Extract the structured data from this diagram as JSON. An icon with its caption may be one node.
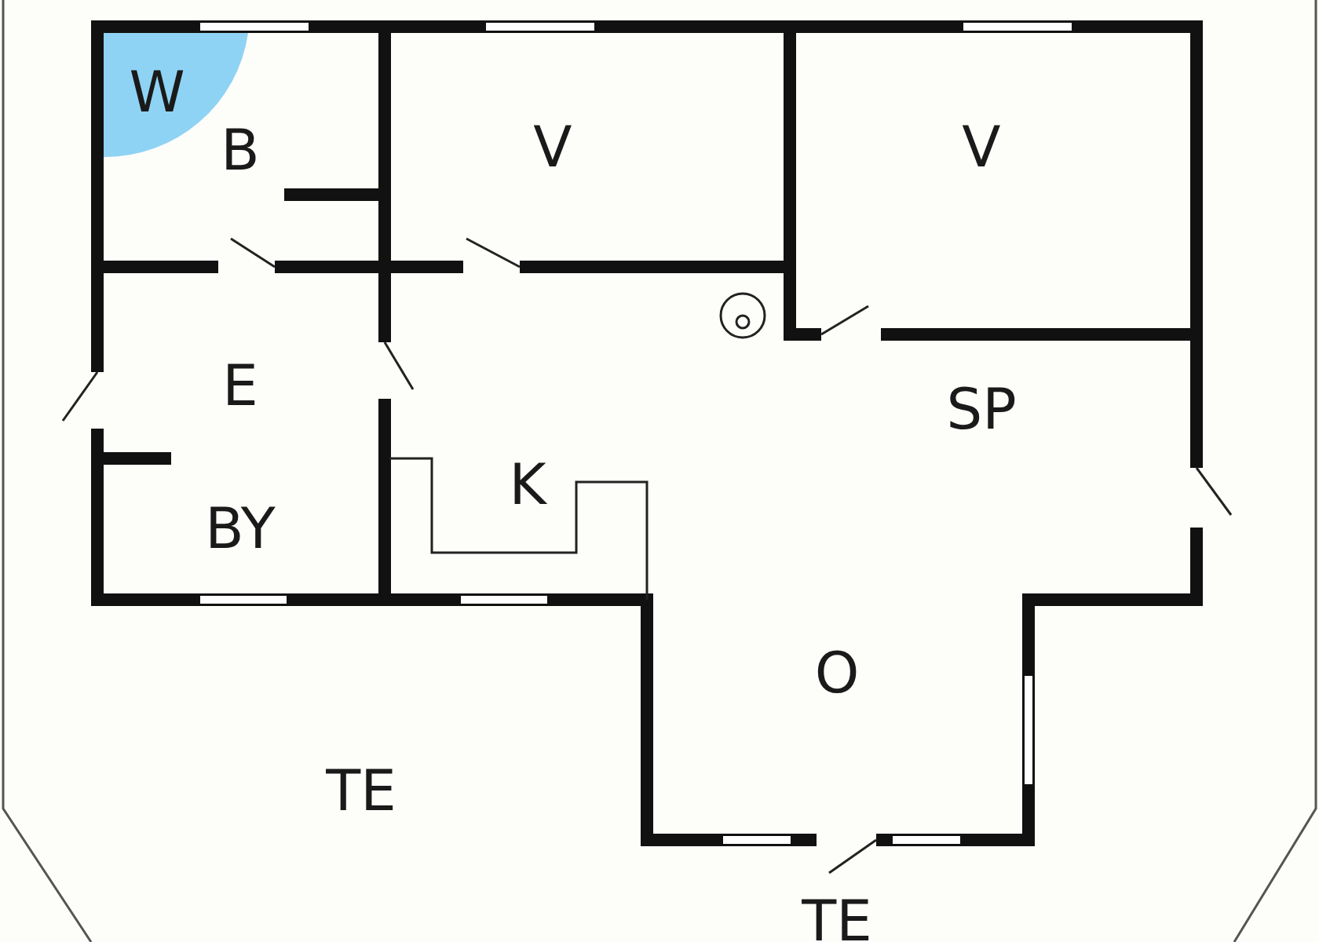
{
  "diagram": {
    "labels": [
      "W",
      "B",
      "V",
      "V",
      "E",
      "BY",
      "K",
      "SP",
      "O",
      "TE",
      "TE"
    ]
  }
}
